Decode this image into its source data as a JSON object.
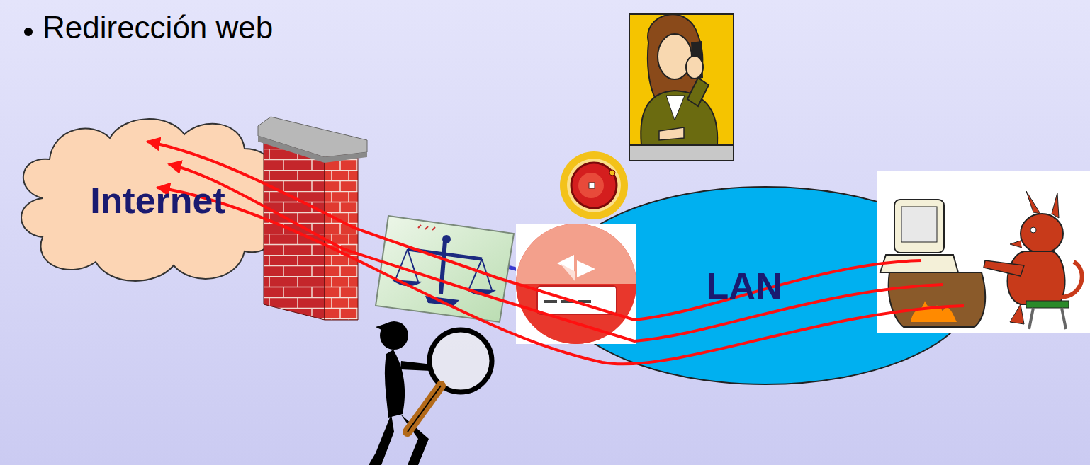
{
  "diagram": {
    "title": "Redirección web",
    "nodes": [
      {
        "text": [
          "Internet"
        ]
      },
      {
        "text": [
          "LAN"
        ]
      }
    ]
  }
}
